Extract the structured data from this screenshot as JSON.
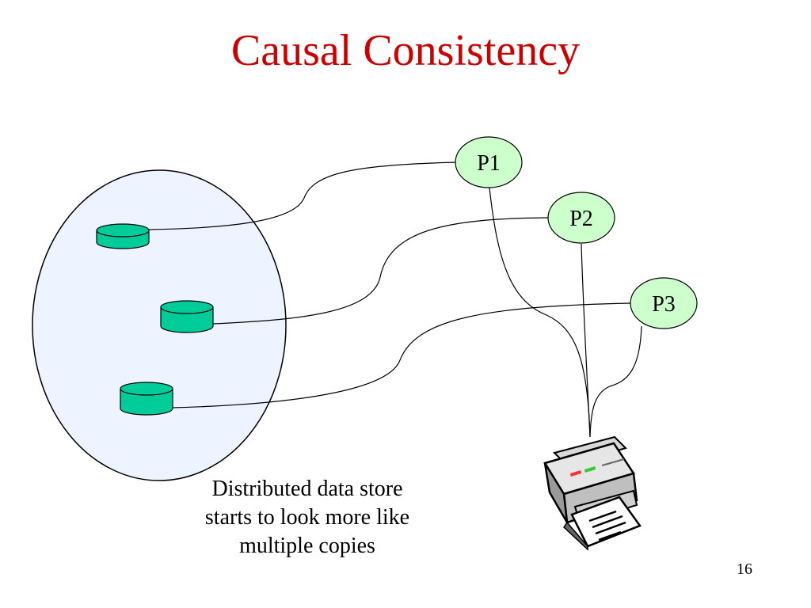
{
  "slide": {
    "title": "Causal Consistency",
    "caption_lines": [
      "Distributed data store",
      "starts to look more like",
      "multiple copies"
    ],
    "page_number": "16"
  },
  "processes": [
    {
      "label": "P1"
    },
    {
      "label": "P2"
    },
    {
      "label": "P3"
    }
  ],
  "icons": {
    "database": "database-icon",
    "printer": "printer-icon"
  },
  "colors": {
    "title": "#cc0000",
    "process_fill": "#ccffcc",
    "datastore_fill": "#eef4ff",
    "database_fill": "#00cc99",
    "line": "#000000"
  }
}
